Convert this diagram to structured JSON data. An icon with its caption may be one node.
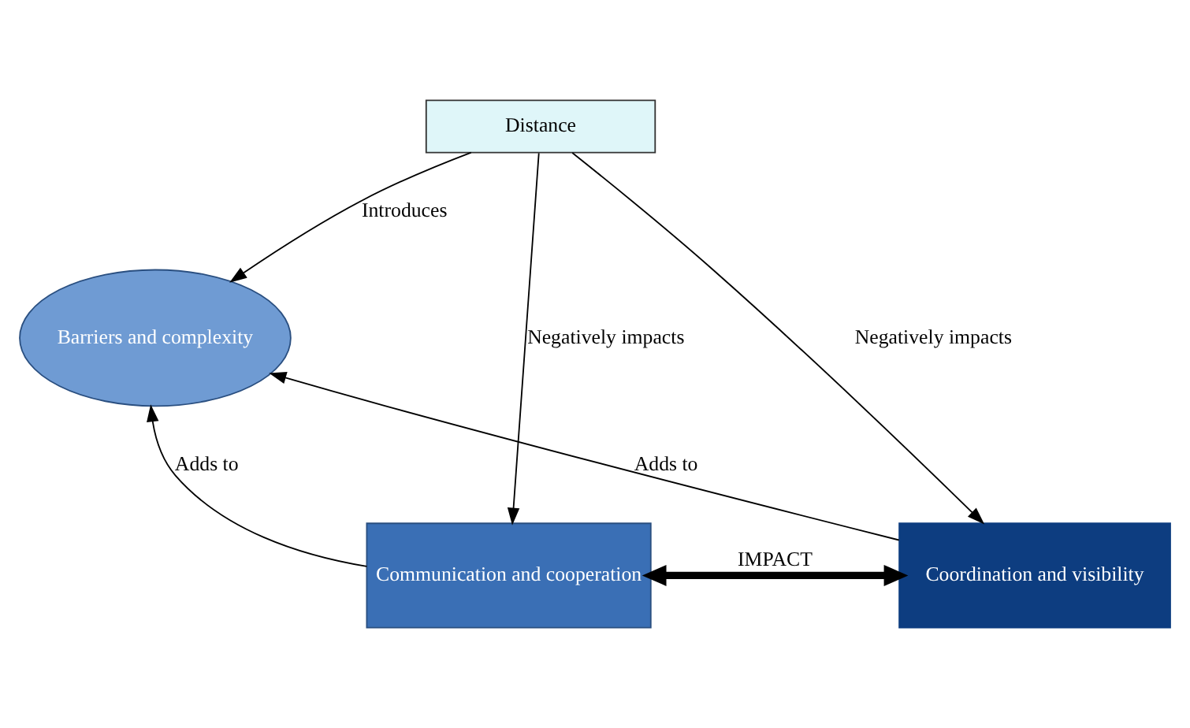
{
  "diagram": {
    "nodes": [
      {
        "text": [
          "Distance"
        ]
      },
      {
        "text": [
          "Barriers and complexity"
        ]
      },
      {
        "text": [
          "Communication and cooperation"
        ]
      },
      {
        "text": [
          "Coordination and visibility"
        ]
      }
    ],
    "edges": [
      {
        "from": 0,
        "to": 1,
        "arrow": "to",
        "label": "Introduces"
      },
      {
        "from": 0,
        "to": 2,
        "arrow": "to",
        "label": "Negatively impacts"
      },
      {
        "from": 0,
        "to": 3,
        "arrow": "to",
        "label": "Negatively impacts"
      },
      {
        "from": 2,
        "to": 1,
        "arrow": "to",
        "label": "Adds to"
      },
      {
        "from": 3,
        "to": 1,
        "arrow": "to",
        "label": "Adds to"
      },
      {
        "from": 2,
        "to": 3,
        "arrow": "both",
        "label": "IMPACT",
        "style": "thick"
      }
    ]
  }
}
